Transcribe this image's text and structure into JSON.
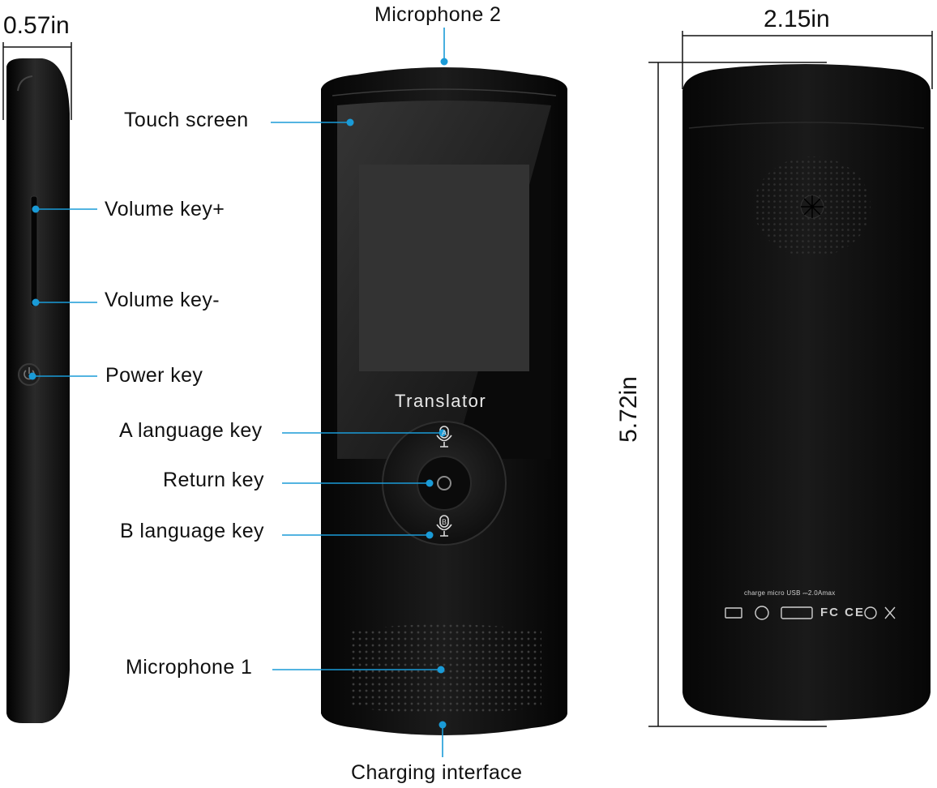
{
  "labels": {
    "microphone_2": "Microphone 2",
    "touch_screen": "Touch screen",
    "volume_up": "Volume key+",
    "volume_down": "Volume key-",
    "power_key": "Power key",
    "a_language_key": "A language key",
    "return_key": "Return key",
    "b_language_key": "B language key",
    "microphone_1": "Microphone 1",
    "charging_interface": "Charging interface"
  },
  "dimensions": {
    "thickness": "0.57in",
    "width": "2.15in",
    "height": "5.72in"
  },
  "device": {
    "brand": "Translator",
    "key_a_letter": "A",
    "key_b_letter": "B",
    "back_charge_text": "charge micro USB ⎓2.0Amax",
    "back_cert_marks": "FC CE"
  },
  "colors": {
    "callout_line": "#1a9bd7",
    "device_body": "#161616"
  }
}
